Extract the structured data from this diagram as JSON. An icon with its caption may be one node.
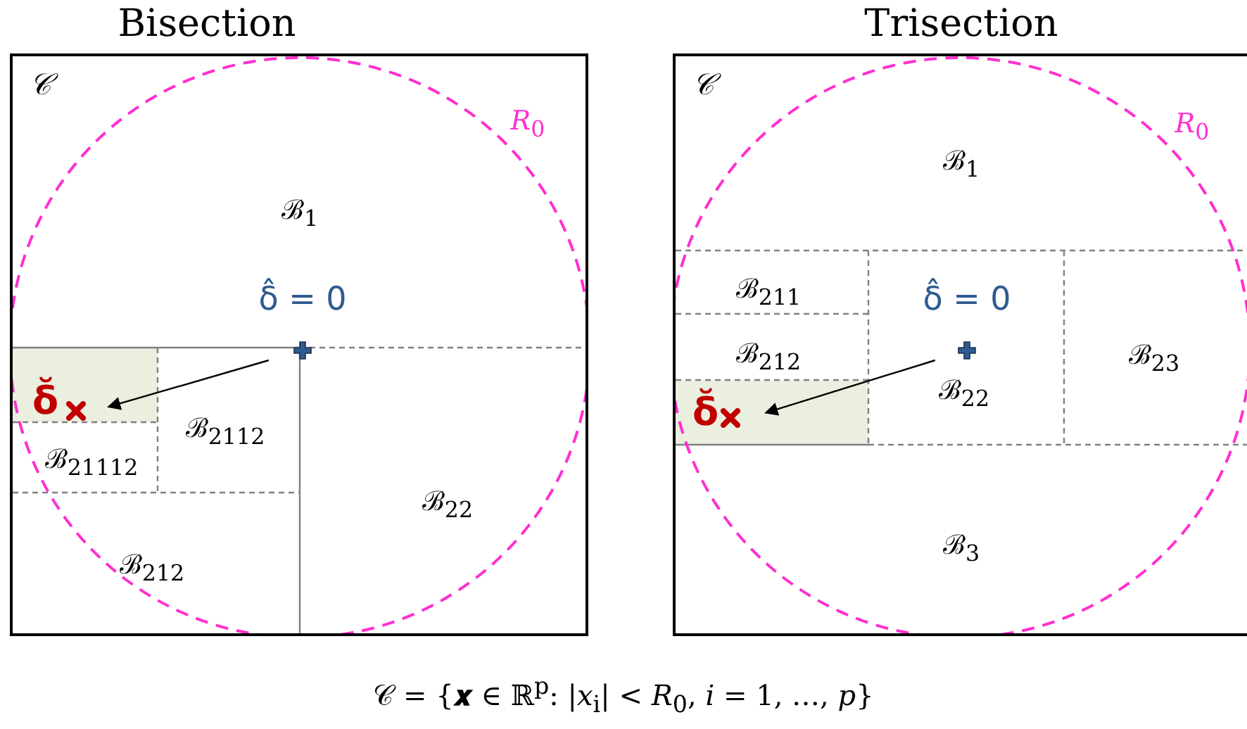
{
  "diagram": {
    "caption": "𝒞 = {**𝒙** ∈ ℝ$^{p}$: |*x*$_{i}$| < *R*$_{0}$, *i* = 1, …, *p*}",
    "nodes": [
      {
        "text": [
          "𝒞"
        ]
      },
      {
        "text": [
          "δ̂ = 0"
        ],
        "in": 0
      },
      {
        "text": [
          "δ̆"
        ],
        "in": 0
      },
      {
        "text": [
          "𝒞"
        ]
      },
      {
        "text": [
          "δ̂ = 0"
        ],
        "in": 3
      },
      {
        "text": [
          "δ̆"
        ],
        "in": 3
      }
    ],
    "edges": [
      {
        "from": 1,
        "to": 2,
        "arrow": "to"
      },
      {
        "from": 4,
        "to": 5,
        "arrow": "to"
      }
    ],
    "labels": [
      "Bisection",
      "Trisection",
      "*R*$_{0}$",
      "ℬ$_{1}$",
      "ℬ$_{2112}$",
      "ℬ$_{21112}$",
      "ℬ$_{22}$",
      "ℬ$_{212}$",
      "*R*$_{0}$",
      "ℬ$_{1}$",
      "ℬ$_{211}$",
      "ℬ$_{212}$",
      "ℬ$_{22}$",
      "ℬ$_{23}$",
      "ℬ$_{3}$"
    ]
  }
}
